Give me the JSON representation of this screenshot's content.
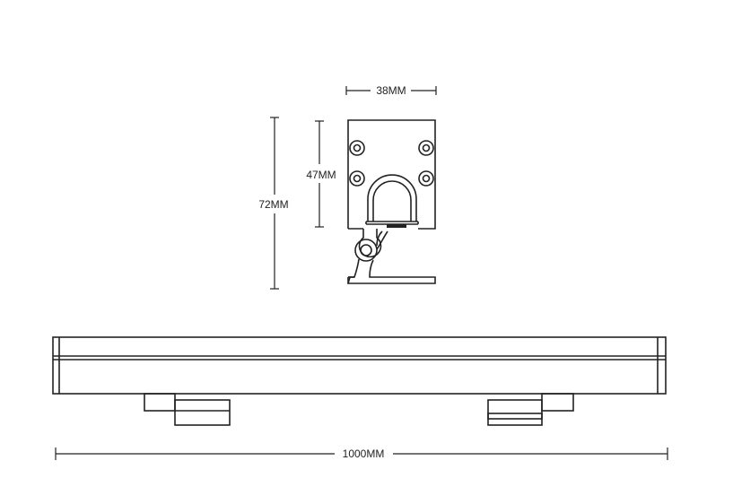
{
  "dimensions": {
    "width_label": "38MM",
    "inner_height_label": "47MM",
    "total_height_label": "72MM",
    "length_label": "1000MM"
  },
  "colors": {
    "line": "#222222",
    "background": "#ffffff"
  }
}
